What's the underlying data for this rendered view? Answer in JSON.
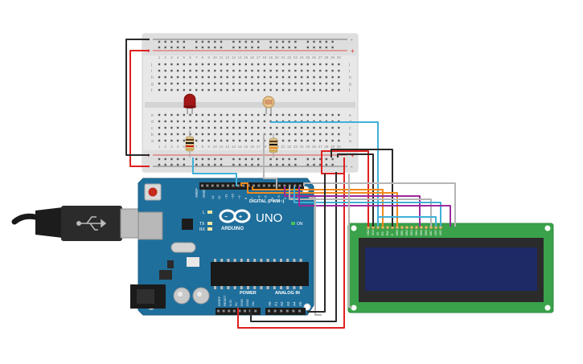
{
  "breadboard": {
    "rail_plus": "+",
    "rail_minus": "-",
    "row_letters_top": [
      "j",
      "i",
      "h",
      "g",
      "f"
    ],
    "row_letters_bottom": [
      "e",
      "d",
      "c",
      "b",
      "a"
    ],
    "column_count": 30
  },
  "arduino": {
    "brand": "ARDUINO",
    "model": "UNO",
    "digital_label": "DIGITAL (PWM~)",
    "analog_label": "ANALOG IN",
    "power_label": "POWER",
    "aref_label": "AREF",
    "gnd_label": "GND",
    "on_label": "ON",
    "l_label": "L",
    "tx_label": "TX",
    "rx_label": "RX",
    "power_pins": [
      "IOREF",
      "RESET",
      "3.3V",
      "5V",
      "GND",
      "GND",
      "Vin"
    ],
    "analog_pins": [
      "A0",
      "A1",
      "A2",
      "A3",
      "A4",
      "A5"
    ],
    "digital_pins": [
      "13",
      "12",
      "~11",
      "~10",
      "~9",
      "8",
      "7",
      "~6",
      "~5",
      "4",
      "~3",
      "2",
      "TX 1",
      "RX 0"
    ]
  },
  "lcd": {
    "pins": [
      "GND",
      "VCC",
      "V0",
      "RS",
      "RW",
      "E",
      "DB0",
      "DB1",
      "DB2",
      "DB3",
      "DB4",
      "DB5",
      "DB6",
      "DB7",
      "LED",
      "LED"
    ]
  },
  "colors": {
    "breadboard": "#e6e6e6",
    "arduino_board": "#1f6f9c",
    "lcd_board": "#3aa24a",
    "lcd_screen": "#1e2a66",
    "wire_red": "#e02020",
    "wire_black": "#2a2a2a",
    "wire_cyan": "#3fb0d8",
    "wire_orange": "#f08a1c",
    "wire_purple": "#9b2a9b",
    "wire_gray": "#b5b5b5",
    "led": "#a31616"
  }
}
